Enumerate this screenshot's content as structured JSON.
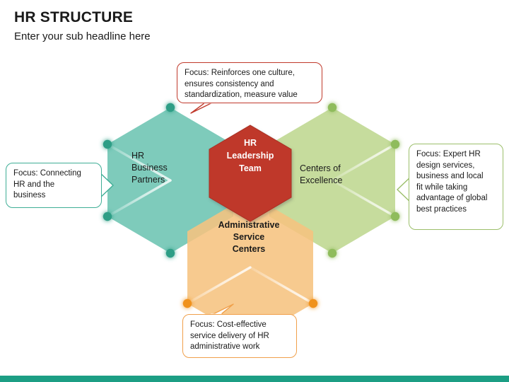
{
  "header": {
    "title": "HR STRUCTURE",
    "subtitle": "Enter your sub headline here"
  },
  "diagram": {
    "type": "hexagon-cluster",
    "nodes": [
      {
        "id": "hr-business-partners",
        "label": "HR\nBusiness\nPartners",
        "fill": "#7ecbbb",
        "dot": "#2e9e86",
        "bold": false
      },
      {
        "id": "hr-leadership-team",
        "label": "HR\nLeadership\nTeam",
        "fill": "#bf392c",
        "dot": "#a22d22",
        "bold": true
      },
      {
        "id": "centers-of-excellence",
        "label": "Centers of\nExcellence",
        "fill": "#c6dc9d",
        "dot": "#8fbc5c",
        "bold": false
      },
      {
        "id": "administrative-service-centers",
        "label": "Administrative\nService\nCenters",
        "fill": "#f6c37f",
        "dot": "#f0921e",
        "bold": true
      }
    ]
  },
  "callouts": {
    "top": {
      "text": "Focus: Reinforces one culture,\nensures consistency and\nstandardization, measure value",
      "border_color": "#c0392b",
      "points_to": "hr-leadership-team"
    },
    "left": {
      "text": "Focus: Connecting\nHR and the\nbusiness",
      "border_color": "#3fae96",
      "points_to": "hr-business-partners"
    },
    "right": {
      "text": "Focus: Expert HR\ndesign services,\nbusiness and local\nfit while taking\nadvantage of global\nbest practices",
      "border_color": "#9cbf6b",
      "points_to": "centers-of-excellence"
    },
    "bottom": {
      "text": "Focus: Cost-effective\nservice delivery of HR\nadministrative work",
      "border_color": "#f0a04b",
      "points_to": "administrative-service-centers"
    }
  },
  "footer": {
    "accent_color": "#1c9e84"
  }
}
